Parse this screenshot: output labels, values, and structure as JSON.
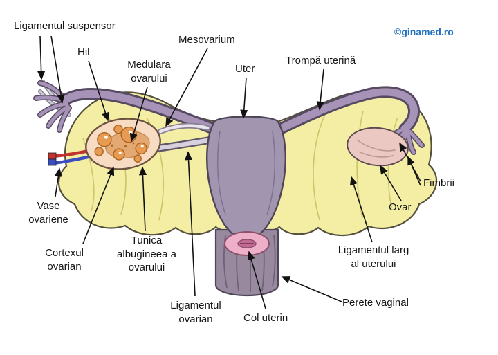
{
  "watermark": {
    "text": "©ginamed.ro",
    "color": "#2272c3"
  },
  "labels": {
    "ligamentul_suspensor": "Ligamentul suspensor",
    "hil": "Hil",
    "medulara": "Medulara\novarului",
    "mesovarium": "Mesovarium",
    "uter": "Uter",
    "trompa": "Trompă uterină",
    "fimbrii": "Fimbrii",
    "ovar": "Ovar",
    "lig_larg": "Ligamentul larg\nal uterului",
    "perete_vaginal": "Perete vaginal",
    "col_uterin": "Col uterin",
    "lig_ovarian": "Ligamentul\novarian",
    "tunica": "Tunica\nalbugineea a\novarului",
    "cortex": "Cortexul\novarian",
    "vase": "Vase\novariene"
  },
  "colors": {
    "broad_ligament": "#f4eea4",
    "ligament_fold": "#cdc36a",
    "tube_purple": "#a793b7",
    "tube_outline": "#564a63",
    "uterus": "#a295b0",
    "uterus_outline": "#4e4558",
    "vagina": "#98899f",
    "cervix": "#eeafc8",
    "ovary_cortex": "#f7dcc3",
    "ovary_medulla": "#e4a873",
    "follicle": "#e79a52",
    "right_ovary": "#ecc8c2",
    "artery_red": "#c23330",
    "vein_blue": "#3a4ec0",
    "leader_line": "#111111"
  }
}
